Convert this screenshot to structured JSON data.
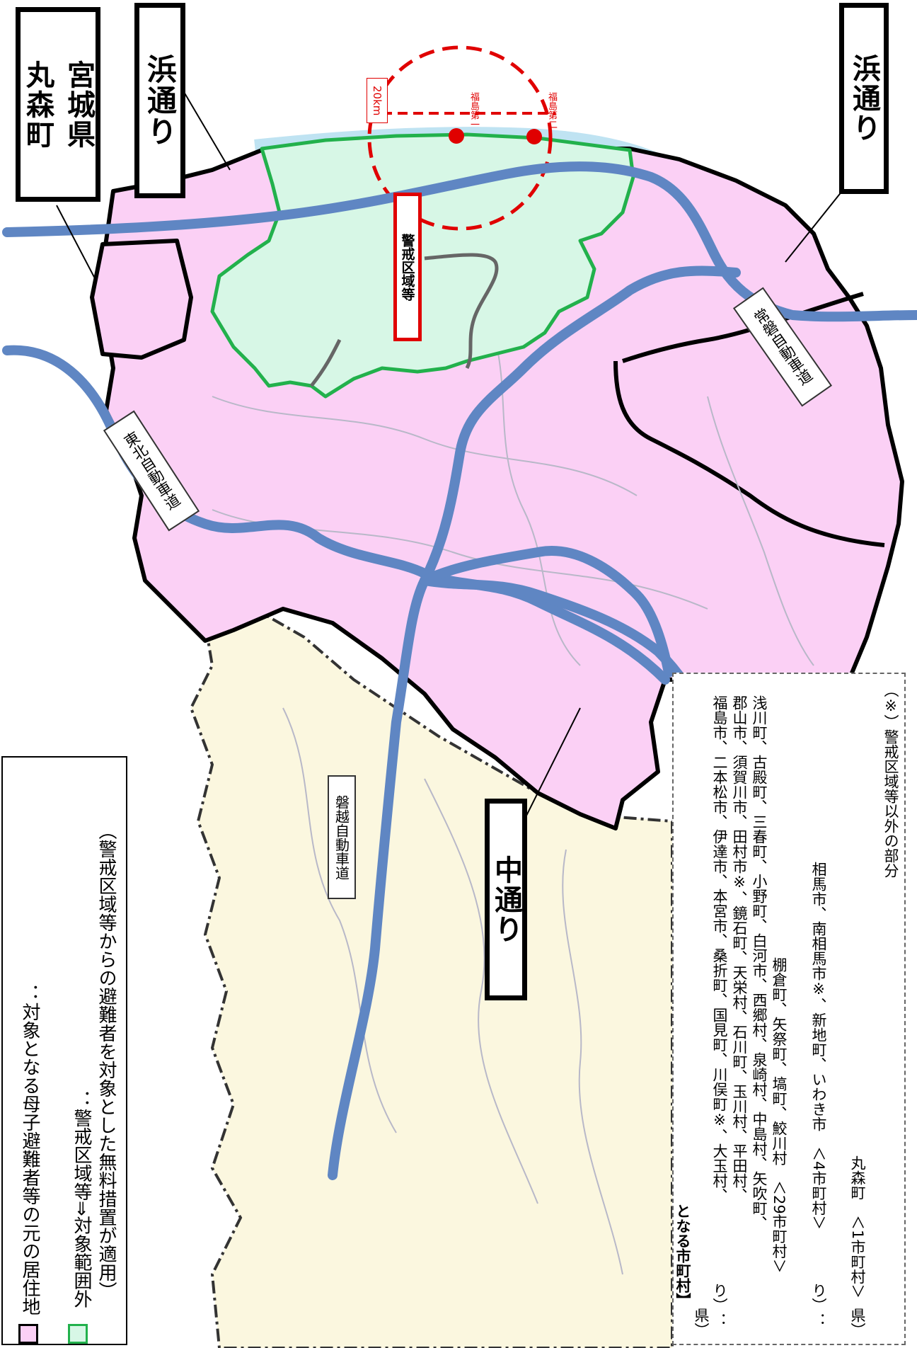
{
  "labels": {
    "miyagi": "宮城県\n丸森町",
    "hamadori_top": "浜通り",
    "hamadori_right": "浜通り",
    "nakadori": "中通り",
    "keikai_box": "警戒区域等",
    "km20": "20km",
    "plant_1": "福島第一",
    "plant_2": "福島第二"
  },
  "highways": {
    "tohoku": "東北自動車道",
    "joban": "常磐自動車道",
    "banetsu": "磐越自動車道"
  },
  "legend": {
    "pink_text": "：対象となる母子避難者等の元の居住地",
    "green_text_1": "：警戒区域等⇒対象範囲外",
    "green_text_2": "（警戒区域等からの避難者を対象とした無料措置が適用）"
  },
  "info": {
    "heading": "となる市町村】",
    "pref": "県）",
    "nakadori_prefix": "り）：",
    "nakadori_line1": "福島市、二本松市、伊達市、本宮市、桑折町、国見町、川俣町※、大玉村、",
    "nakadori_line2": "郡山市、須賀川市、田村市※、鏡石町、天栄村、石川町、玉川村、平田村、",
    "nakadori_line3": "浅川町、古殿町、三春町、小野町、白河市、西郷村、泉崎村、中島村、矢吹町、",
    "nakadori_line4": "棚倉町、矢祭町、塙町、鮫川村　＜29市町村＞",
    "hamadori_prefix": "り）：",
    "hamadori_line": "相馬市、南相馬市※、新地町、いわき市　＜4市町村＞",
    "miyagi_prefix": "県）",
    "miyagi_line": "丸森町　＜1市町村＞",
    "note": "（※）警戒区域等以外の部分"
  },
  "colors": {
    "pink": "#fbd0f5",
    "green": "#d7f7e6",
    "green_border": "#22b14c",
    "yellow": "#fbf7df",
    "highway": "#5f86c3",
    "circle": "#e00000",
    "sea": "#bfe3f2"
  }
}
